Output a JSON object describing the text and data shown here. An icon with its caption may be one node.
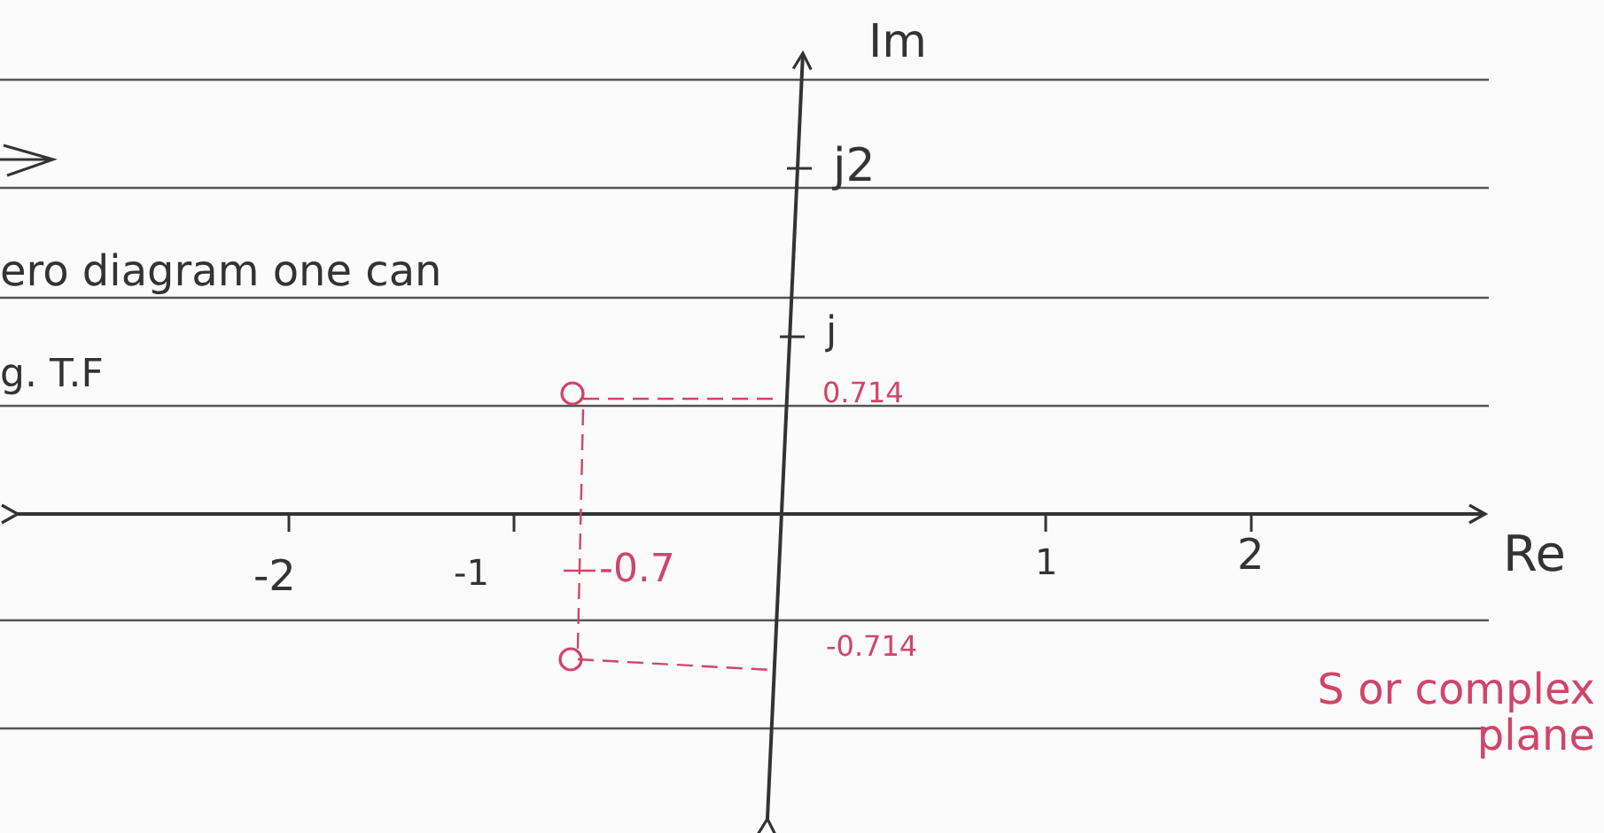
{
  "diagram": {
    "labels": [
      "Im",
      "j2",
      "ero diagram one can",
      "j",
      "g. T.F",
      "0.714",
      "-2",
      "-1",
      "-0.7",
      "1",
      "2",
      "Re",
      "-0.714",
      "S or complex plane"
    ]
  }
}
